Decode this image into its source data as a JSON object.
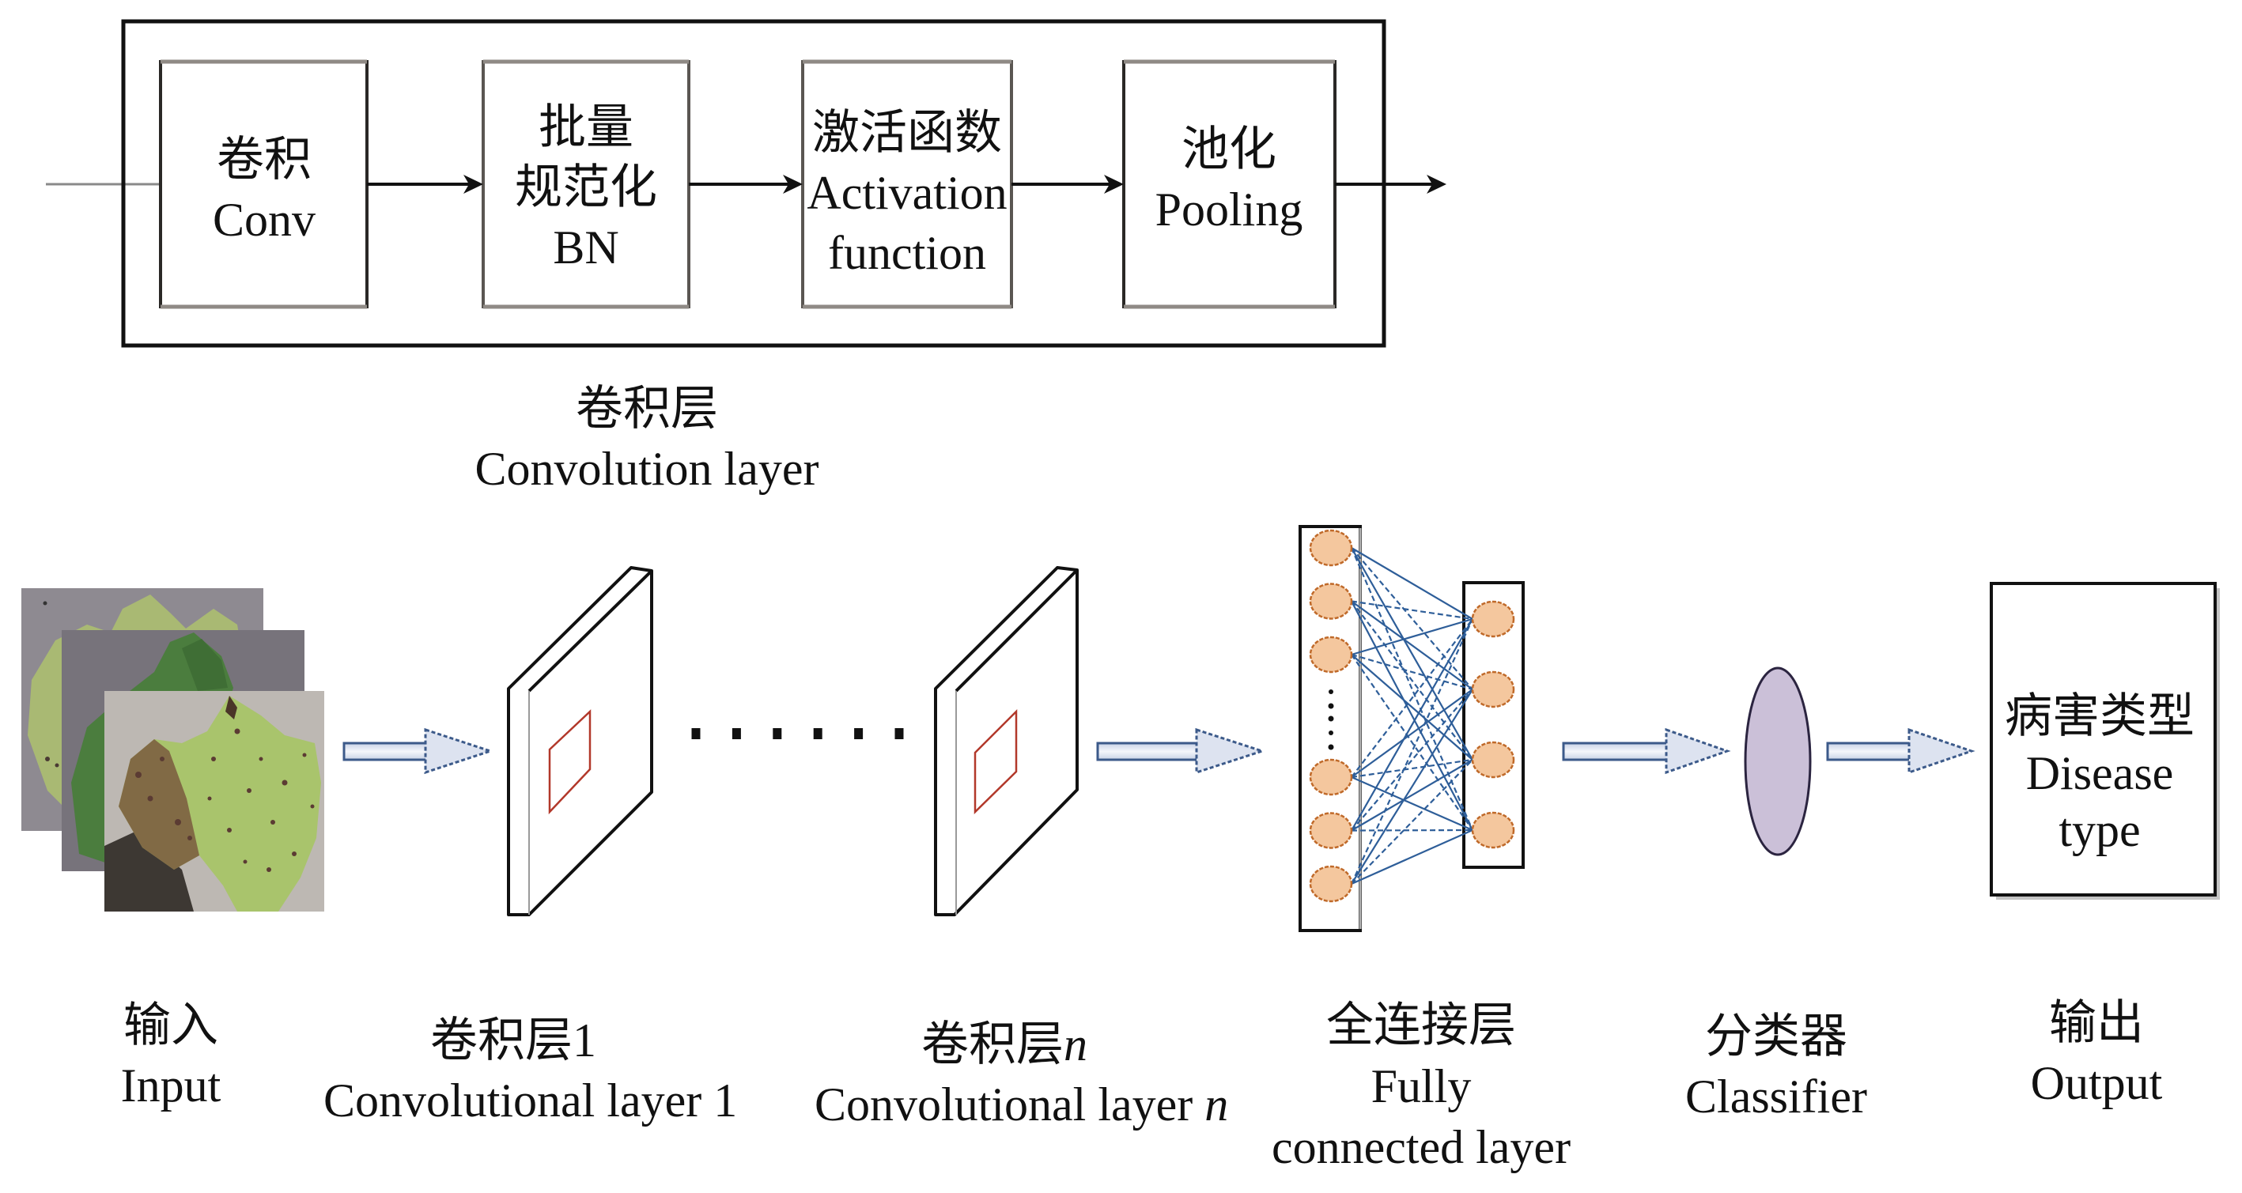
{
  "figure": {
    "convolution_layer_block": {
      "label_zh": "卷积层",
      "label_en": "Convolution layer",
      "stages": [
        {
          "name": "conv",
          "lines": [
            "卷积",
            "Conv"
          ]
        },
        {
          "name": "batch-norm",
          "lines": [
            "批量",
            "规范化",
            "BN"
          ]
        },
        {
          "name": "activation",
          "lines": [
            "激活函数",
            "Activation",
            "function"
          ]
        },
        {
          "name": "pooling",
          "lines": [
            "池化",
            "Pooling"
          ]
        }
      ]
    },
    "pipeline": {
      "input": {
        "label_zh": "输入",
        "label_en": "Input"
      },
      "conv_layer_1": {
        "label_zh": "卷积层1",
        "label_en": "Convolutional layer 1"
      },
      "conv_layer_n": {
        "label_zh": "卷积层",
        "label_zh_var": "n",
        "label_en": "Convolutional layer ",
        "label_en_var": "n"
      },
      "ellipsis_dots": 6,
      "fully_connected": {
        "label_zh": "全连接层",
        "label_en_lines": [
          "Fully",
          "connected layer"
        ]
      },
      "fc_layer": {
        "input_nodes_visible": 6,
        "output_nodes": 4
      },
      "classifier": {
        "label_zh": "分类器",
        "label_en": "Classifier"
      },
      "output": {
        "label_zh": "输出",
        "label_en": "Output",
        "box_lines": [
          "病害类型",
          "Disease",
          "type"
        ]
      }
    }
  },
  "colors": {
    "arrow_fill": "#dde3f0",
    "arrow_stroke": "#3c5a8a",
    "kernel_stroke": "#b2382a",
    "node_fill": "#f4c79e",
    "node_stroke": "#c06a2a",
    "connection": "#2e5e99",
    "classifier_fill": "#cbc0d8",
    "classifier_stroke": "#2b2440"
  }
}
